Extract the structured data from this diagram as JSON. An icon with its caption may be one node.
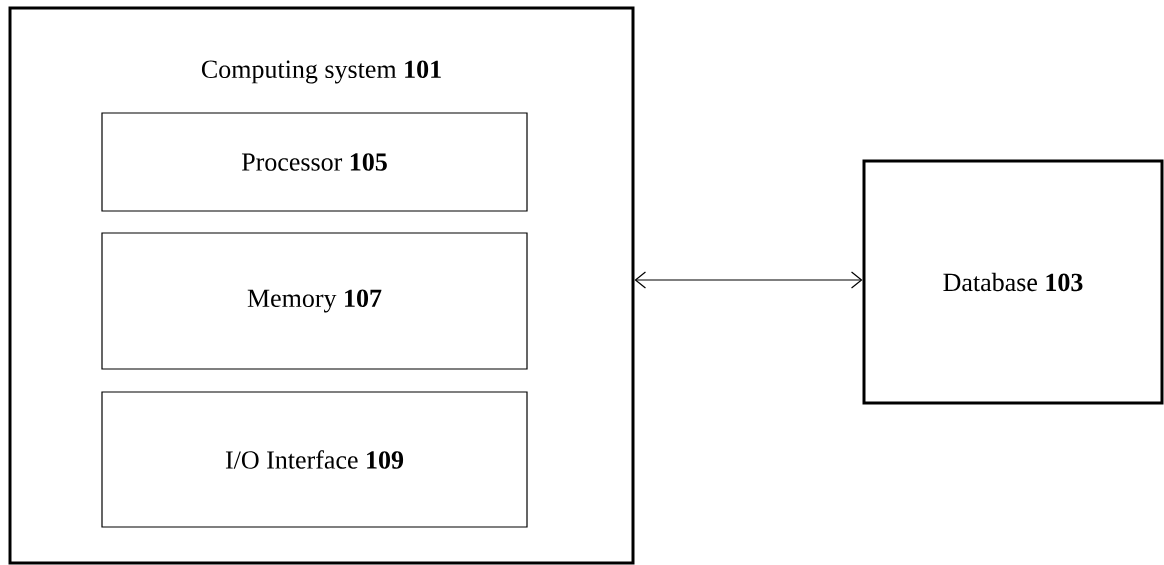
{
  "diagram": {
    "nodes": [
      {
        "text": [
          "Computing system **101**"
        ]
      },
      {
        "text": [
          "Processor **105**"
        ],
        "in": 0
      },
      {
        "text": [
          "Memory **107**"
        ],
        "in": 0
      },
      {
        "text": [
          "I/O Interface **109**"
        ],
        "in": 0
      },
      {
        "text": [
          "Database **103**"
        ]
      }
    ],
    "edges": [
      {
        "from": 0,
        "to": 4,
        "arrow": "both"
      }
    ]
  }
}
